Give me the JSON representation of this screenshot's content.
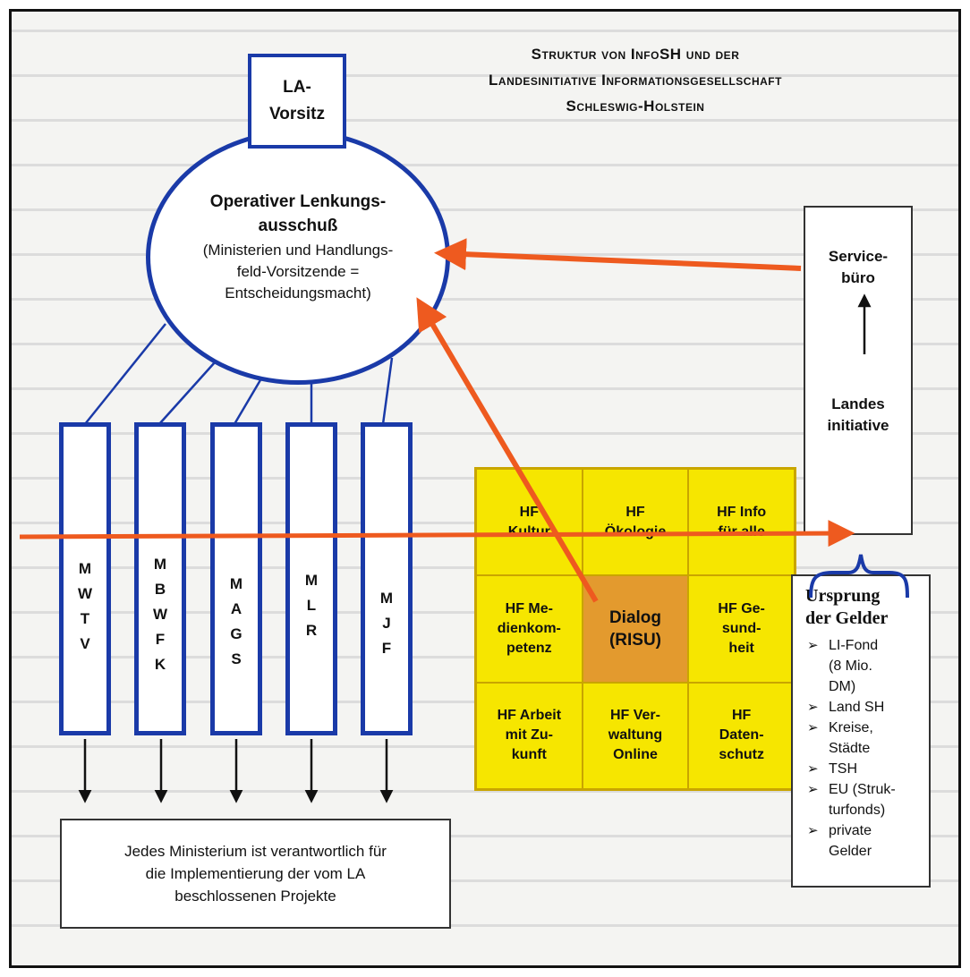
{
  "title": {
    "line1": "Struktur von InfoSH und der",
    "line2": "Landesinitiative Informationsgesellschaft",
    "line3": "Schleswig-Holstein"
  },
  "la_box": {
    "line1": "LA-",
    "line2": "Vorsitz"
  },
  "lenkungsausschuss": {
    "title1": "Operativer Lenkungs-",
    "title2": "ausschuß",
    "sub1": "(Ministerien und Handlungs-",
    "sub2": "feld-Vorsitzende =",
    "sub3": "Entscheidungsmacht)"
  },
  "ministries": [
    {
      "letters": [
        "M",
        "W",
        "T",
        "V"
      ]
    },
    {
      "letters": [
        "M",
        "B",
        "W",
        "F",
        "K"
      ]
    },
    {
      "letters": [
        "M",
        "A",
        "G",
        "S"
      ]
    },
    {
      "letters": [
        "M",
        "L",
        "R"
      ]
    },
    {
      "letters": [
        "M",
        "J",
        "F"
      ]
    }
  ],
  "fields": [
    {
      "text": "HF\nKultur"
    },
    {
      "text": "HF\nÖkologie"
    },
    {
      "text": "HF Info\nfür alle"
    },
    {
      "text": "HF Me-\ndienkom-\npetenz"
    },
    {
      "text": "Dialog\n(RISU)"
    },
    {
      "text": "HF Ge-\nsund-\nheit"
    },
    {
      "text": "HF Arbeit\nmit Zu-\nkunft"
    },
    {
      "text": "HF Ver-\nwaltung\nOnline"
    },
    {
      "text": "HF\nDaten-\nschutz"
    }
  ],
  "servicebuero": {
    "line1": "Service-",
    "line2": "büro"
  },
  "landesinitiative": {
    "line1": "Landes",
    "line2": "initiative"
  },
  "sources": {
    "heading1": "Ursprung",
    "heading2": "der Gelder",
    "items": [
      {
        "line1": "LI-Fond",
        "line2": "(8 Mio.",
        "line3": "DM)"
      },
      {
        "line1": "Land SH"
      },
      {
        "line1": "Kreise,",
        "line2": "Städte"
      },
      {
        "line1": "TSH"
      },
      {
        "line1": "EU (Struk-",
        "line2": "turfonds)"
      },
      {
        "line1": "private",
        "line2": "Gelder"
      }
    ]
  },
  "implementation": {
    "line1": "Jedes Ministerium ist verantwortlich für",
    "line2": "die Implementierung der vom LA",
    "line3": "beschlossenen Projekte"
  },
  "colors": {
    "blue": "#1a3aa8",
    "orange": "#ee5a1f",
    "yellow": "#f6e600",
    "highlight": "#e39a2e"
  }
}
